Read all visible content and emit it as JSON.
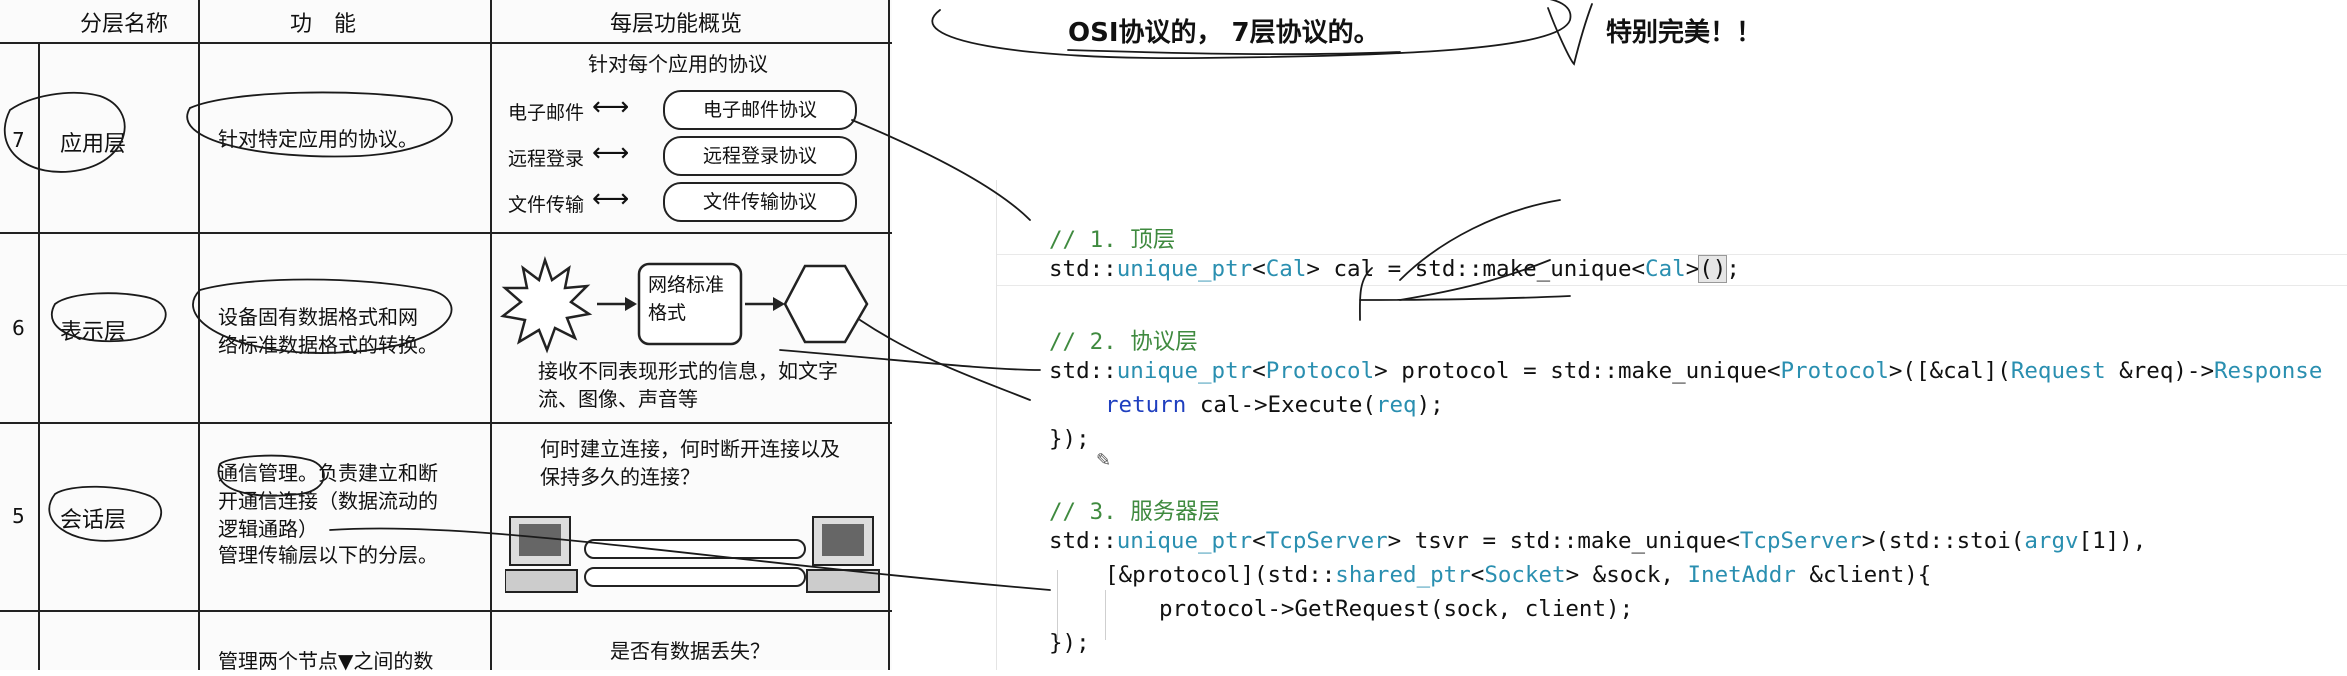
{
  "table": {
    "headers": [
      "分层名称",
      "功　能",
      "每层功能概览"
    ],
    "layers": [
      {
        "num": "7",
        "name": "应用层",
        "func": [
          "针对特定应用的协议。"
        ],
        "overview_title": "针对每个应用的协议",
        "pairs": [
          {
            "label": "电子邮件",
            "box": "电子邮件协议"
          },
          {
            "label": "远程登录",
            "box": "远程登录协议"
          },
          {
            "label": "文件传输",
            "box": "文件传输协议"
          }
        ]
      },
      {
        "num": "6",
        "name": "表示层",
        "func": [
          "设备固有数据格式和网",
          "络标准数据格式的转换。"
        ],
        "overview_box": [
          "网络标准",
          "格式"
        ],
        "overview_desc": [
          "接收不同表现形式的信息，如文字",
          "流、图像、声音等"
        ]
      },
      {
        "num": "5",
        "name": "会话层",
        "func": [
          "通信管理。负责建立和断",
          "开通信连接（数据流动的",
          "逻辑通路）",
          "管理传输层以下的分层。"
        ],
        "overview_desc": [
          "何时建立连接，何时断开连接以及",
          "保持多久的连接？"
        ]
      },
      {
        "func": [
          "管理两个节点▼之间的数"
        ],
        "overview_desc": [
          "是否有数据丢失？"
        ]
      }
    ]
  },
  "notes": {
    "osi": "OSI协议的， 7层协议的。",
    "perfect": "特别完美！！"
  },
  "code": {
    "l1": "// 1. 顶层",
    "l2": {
      "a": "std::",
      "b": "unique_ptr",
      "c": "<",
      "d": "Cal",
      "e": "> cal = std::make_unique<",
      "f": "Cal",
      "g": ">",
      "h": "()",
      "i": ";"
    },
    "l4": "// 2. 协议层",
    "l5": {
      "a": "std::",
      "b": "unique_ptr",
      "c": "<",
      "d": "Protocol",
      "e": "> protocol = std::make_unique<",
      "f": "Protocol",
      "g": ">([&cal](",
      "h": "Request",
      "i": " &req)->",
      "j": "Response"
    },
    "l6": {
      "a": "return",
      "b": " cal->Execute(",
      "c": "req",
      "d": ");"
    },
    "l7": "});",
    "l9": "// 3. 服务器层",
    "l10": {
      "a": "std::",
      "b": "unique_ptr",
      "c": "<",
      "d": "TcpServer",
      "e": "> tsvr = std::make_unique<",
      "f": "TcpServer",
      "g": ">(std::stoi(",
      "h": "argv",
      "i": "[1]),"
    },
    "l11": {
      "a": "[&protocol](std::",
      "b": "shared_ptr",
      "c": "<",
      "d": "Socket",
      "e": "> &sock, ",
      "f": "InetAddr",
      "g": " &client){"
    },
    "l12": "protocol->GetRequest(sock, client);",
    "l13": "});"
  },
  "colors": {
    "comment": "#3f8a3f",
    "type": "#2a8fb0",
    "keyword": "#1f3fbf",
    "ink": "#111111"
  }
}
